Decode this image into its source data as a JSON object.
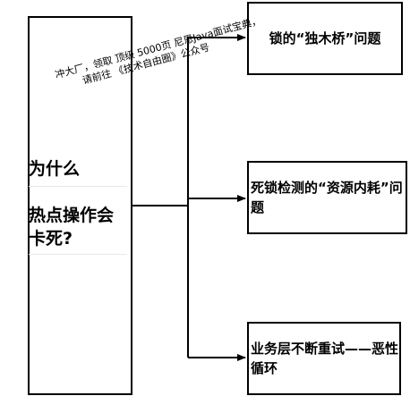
{
  "main_node": {
    "line1": "为什么",
    "line2": "热点操作会卡死?"
  },
  "branches": [
    {
      "label": "锁的“独木桥”问题"
    },
    {
      "label": "死锁检测的“资源内耗”问题"
    },
    {
      "label": "业务层不断重试——恶性循环"
    }
  ],
  "watermark": {
    "line1": "冲大厂，领取 顶级 5000页 尼恩Java面试宝典，",
    "line2": "请前往 《技术自由圈》公众号"
  },
  "colors": {
    "stroke": "#000000",
    "background": "#ffffff"
  }
}
